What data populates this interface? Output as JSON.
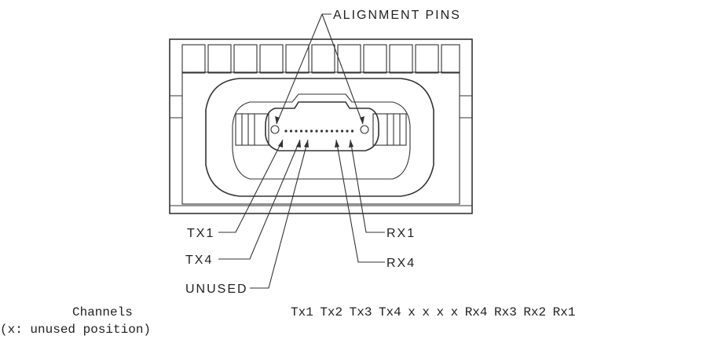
{
  "labels": {
    "alignment_pins": "ALIGNMENT PINS",
    "tx1": "TX1",
    "tx4": "TX4",
    "unused": "UNUSED",
    "rx1": "RX1",
    "rx4": "RX4"
  },
  "legend": {
    "caption": "Channels",
    "note": "(x: unused position)",
    "order": [
      "Tx1",
      "Tx2",
      "Tx3",
      "Tx4",
      "x",
      "x",
      "x",
      "x",
      "Rx4",
      "Rx3",
      "Rx2",
      "Rx1"
    ]
  }
}
